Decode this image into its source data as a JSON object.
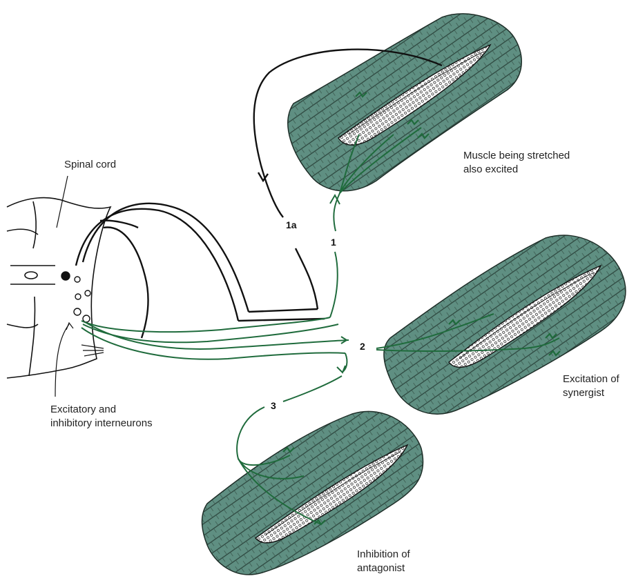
{
  "labels": {
    "spinal_cord": "Spinal cord",
    "interneurons_line1": "Excitatory and",
    "interneurons_line2": "inhibitory interneurons",
    "stretched_line1": "Muscle being stretched",
    "stretched_line2": "also excited",
    "synergist_line1": "Excitation of",
    "synergist_line2": "synergist",
    "antagonist_line1": "Inhibition of",
    "antagonist_line2": "antagonist"
  },
  "pathway_numbers": {
    "afferent": "1a",
    "p1": "1",
    "p2": "2",
    "p3": "3"
  },
  "colors": {
    "muscle_fill": "#5f8f82",
    "muscle_stroke": "#1e2e28",
    "nerve_green": "#1f6b3c",
    "nerve_black": "#111111",
    "spindle_fill": "#ffffff"
  }
}
